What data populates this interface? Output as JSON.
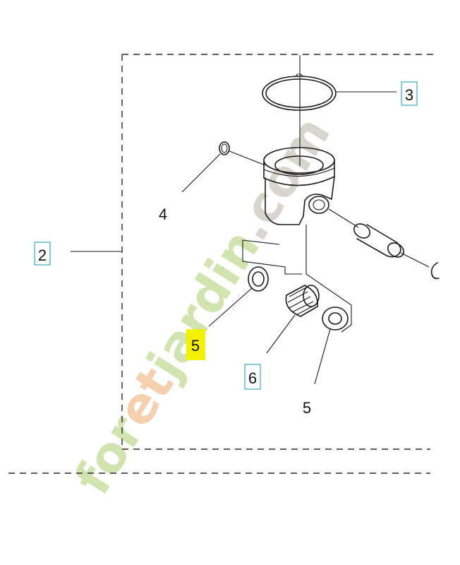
{
  "callouts": {
    "assembly": "2",
    "piston_ring": "3",
    "circlip": "4",
    "washer_left": "5",
    "needle_bearing": "6",
    "washer_right": "5"
  },
  "watermark": {
    "text": "foretjardin.com",
    "color_green": "#c9e0a2",
    "color_orange": "#f3c8a0",
    "color_gray": "#cfcfc6"
  },
  "colors": {
    "line": "#1a1a1a",
    "callout_frame": "#3aa6b9",
    "highlight": "#f2f200"
  }
}
